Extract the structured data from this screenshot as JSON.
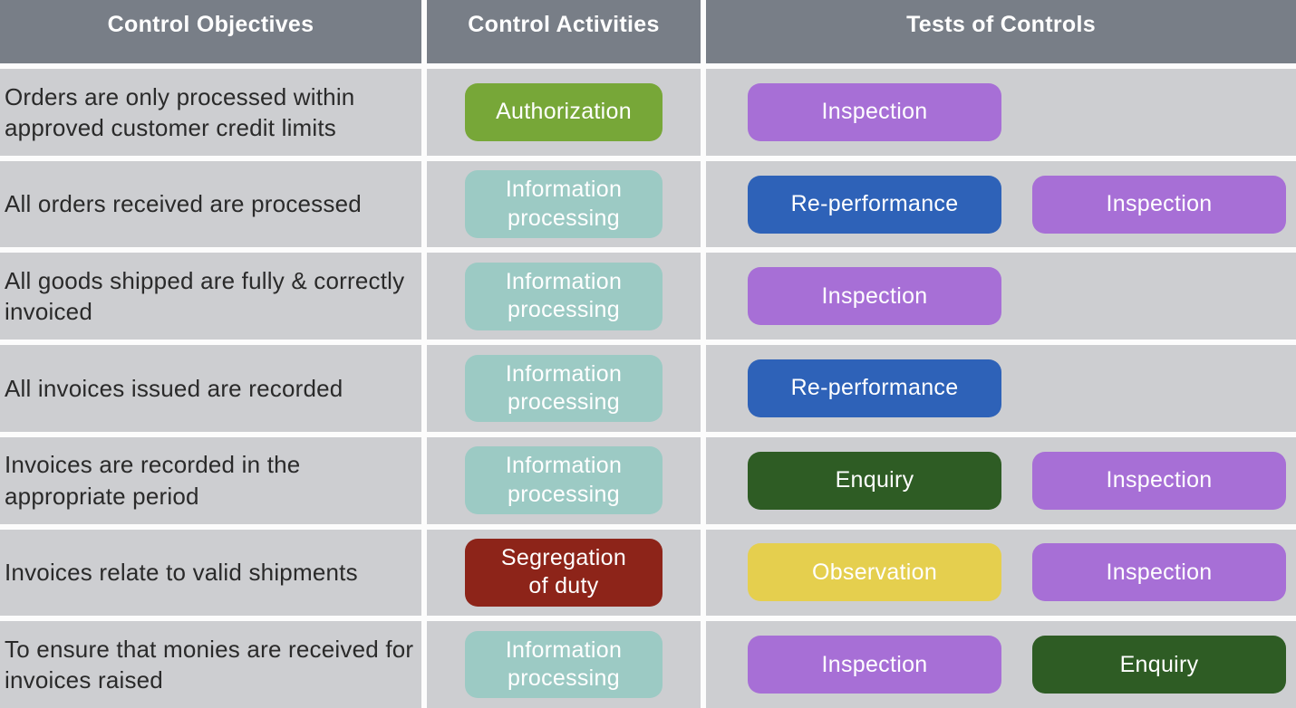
{
  "header": {
    "columns": [
      "Control Objectives",
      "Control Activities",
      "Tests of Controls"
    ]
  },
  "colors": {
    "header_bg": "#787e87",
    "row_bg": "#cdced1",
    "gap": "#fcfcfc",
    "text": "#2a2a2a",
    "badge_text": "#ffffff",
    "green": "#77a738",
    "teal": "#9ccac4",
    "purple": "#a76fd6",
    "blue": "#2e62b8",
    "dark_green": "#2e5c24",
    "yellow": "#e5cf4e",
    "dark_red": "#8d2419"
  },
  "rows": [
    {
      "objective": "Orders are only processed within approved customer credit limits",
      "activity": {
        "label": "Authorization",
        "color": "green"
      },
      "tests": [
        {
          "label": "Inspection",
          "color": "purple"
        }
      ]
    },
    {
      "objective": "All orders received are processed",
      "activity": {
        "label": "Information\nprocessing",
        "color": "teal"
      },
      "tests": [
        {
          "label": "Re-performance",
          "color": "blue"
        },
        {
          "label": "Inspection",
          "color": "purple"
        }
      ]
    },
    {
      "objective": "All goods shipped are fully & correctly invoiced",
      "activity": {
        "label": "Information\nprocessing",
        "color": "teal"
      },
      "tests": [
        {
          "label": "Inspection",
          "color": "purple"
        }
      ]
    },
    {
      "objective": "All invoices issued are recorded",
      "activity": {
        "label": "Information\nprocessing",
        "color": "teal"
      },
      "tests": [
        {
          "label": "Re-performance",
          "color": "blue"
        }
      ]
    },
    {
      "objective": "Invoices are recorded in the appropriate period",
      "activity": {
        "label": "Information\nprocessing",
        "color": "teal"
      },
      "tests": [
        {
          "label": "Enquiry",
          "color": "dark_green"
        },
        {
          "label": "Inspection",
          "color": "purple"
        }
      ]
    },
    {
      "objective": "Invoices relate to valid shipments",
      "activity": {
        "label": "Segregation\nof duty",
        "color": "dark_red"
      },
      "tests": [
        {
          "label": "Observation",
          "color": "yellow"
        },
        {
          "label": "Inspection",
          "color": "purple"
        }
      ]
    },
    {
      "objective": "To ensure that monies are received for invoices raised",
      "activity": {
        "label": "Information\nprocessing",
        "color": "teal"
      },
      "tests": [
        {
          "label": "Inspection",
          "color": "purple"
        },
        {
          "label": "Enquiry",
          "color": "dark_green"
        }
      ]
    }
  ]
}
